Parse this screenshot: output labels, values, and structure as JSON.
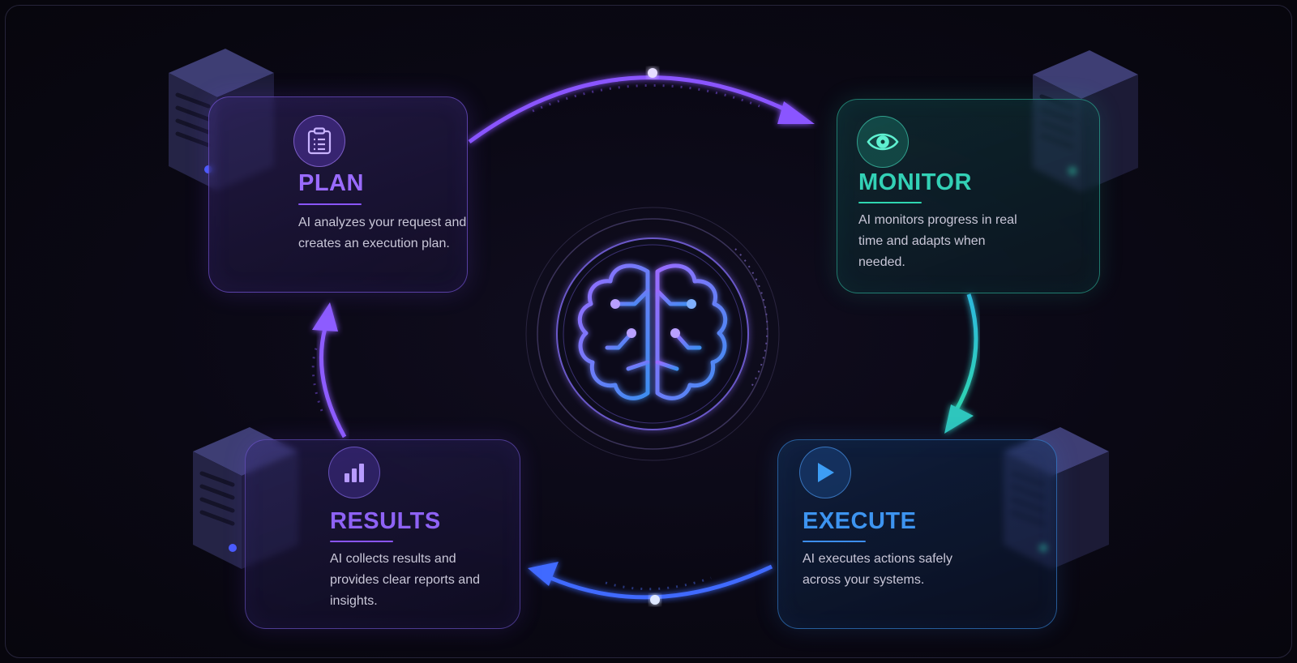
{
  "colors": {
    "plan": "#9a6bff",
    "monitor": "#33d1b6",
    "execute": "#3d94f0",
    "results": "#8e62f5",
    "background": "#07060d"
  },
  "center": {
    "icon": "brain-icon"
  },
  "steps": {
    "plan": {
      "title": "PLAN",
      "description": "AI analyzes your request and creates an execution plan.",
      "icon": "clipboard-icon"
    },
    "monitor": {
      "title": "MONITOR",
      "description": "AI monitors progress in real time and adapts when needed.",
      "icon": "eye-icon"
    },
    "execute": {
      "title": "EXECUTE",
      "description": "AI executes actions safely across your systems.",
      "icon": "play-icon"
    },
    "results": {
      "title": "RESULTS",
      "description": "AI collects results and provides clear reports and insights.",
      "icon": "bar-chart-icon"
    }
  }
}
